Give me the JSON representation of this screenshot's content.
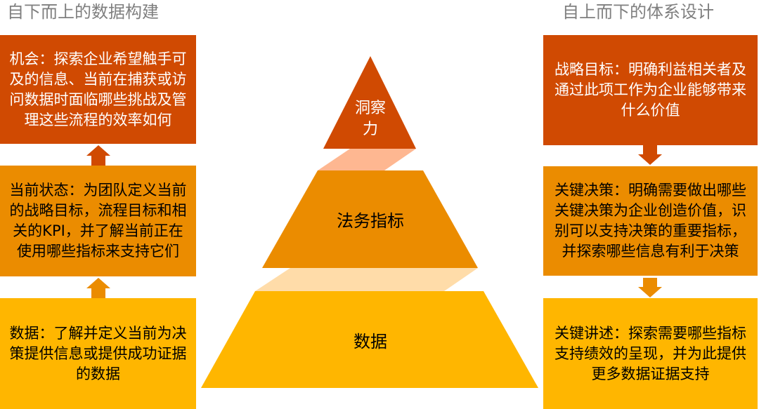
{
  "left_column": {
    "title": "自下而上的数据构建",
    "boxes": [
      {
        "text": "机会：探索企业希望触手可及的信息、当前在捕获或访问数据时面临哪些挑战及管理这些流程的效率如何"
      },
      {
        "text": "当前状态：为团队定义当前的战略目标，流程目标和相关的KPI，并了解当前正在使用哪些指标来支持它们"
      },
      {
        "text": "数据：了解并定义当前为决策提供信息或提供成功证据的数据"
      }
    ],
    "arrow_direction": "up"
  },
  "right_column": {
    "title": "自上而下的体系设计",
    "boxes": [
      {
        "text": "战略目标：明确利益相关者及通过此项工作为企业能够带来什么价值"
      },
      {
        "text": "关键决策：明确需要做出哪些关键决策为企业创造价值，识别可以支持决策的重要指标，并探索哪些信息有利于决策"
      },
      {
        "text": "关键讲述：探索需要哪些指标支持绩效的呈现，并为此提供更多数据证据支持"
      }
    ],
    "arrow_direction": "down"
  },
  "pyramid": {
    "levels": [
      {
        "label_line1": "洞察",
        "label_line2": "力",
        "color": "#d04a02"
      },
      {
        "label": "法务指标",
        "color": "#eb8c00"
      },
      {
        "label": "数据",
        "color": "#ffb600"
      }
    ],
    "connector_colors": [
      "#feb791",
      "#ffdca9"
    ]
  },
  "colors": {
    "dark_orange": "#d04a02",
    "mid_orange": "#eb8c00",
    "yellow": "#ffb600",
    "title_grey": "#7f7f7f"
  }
}
